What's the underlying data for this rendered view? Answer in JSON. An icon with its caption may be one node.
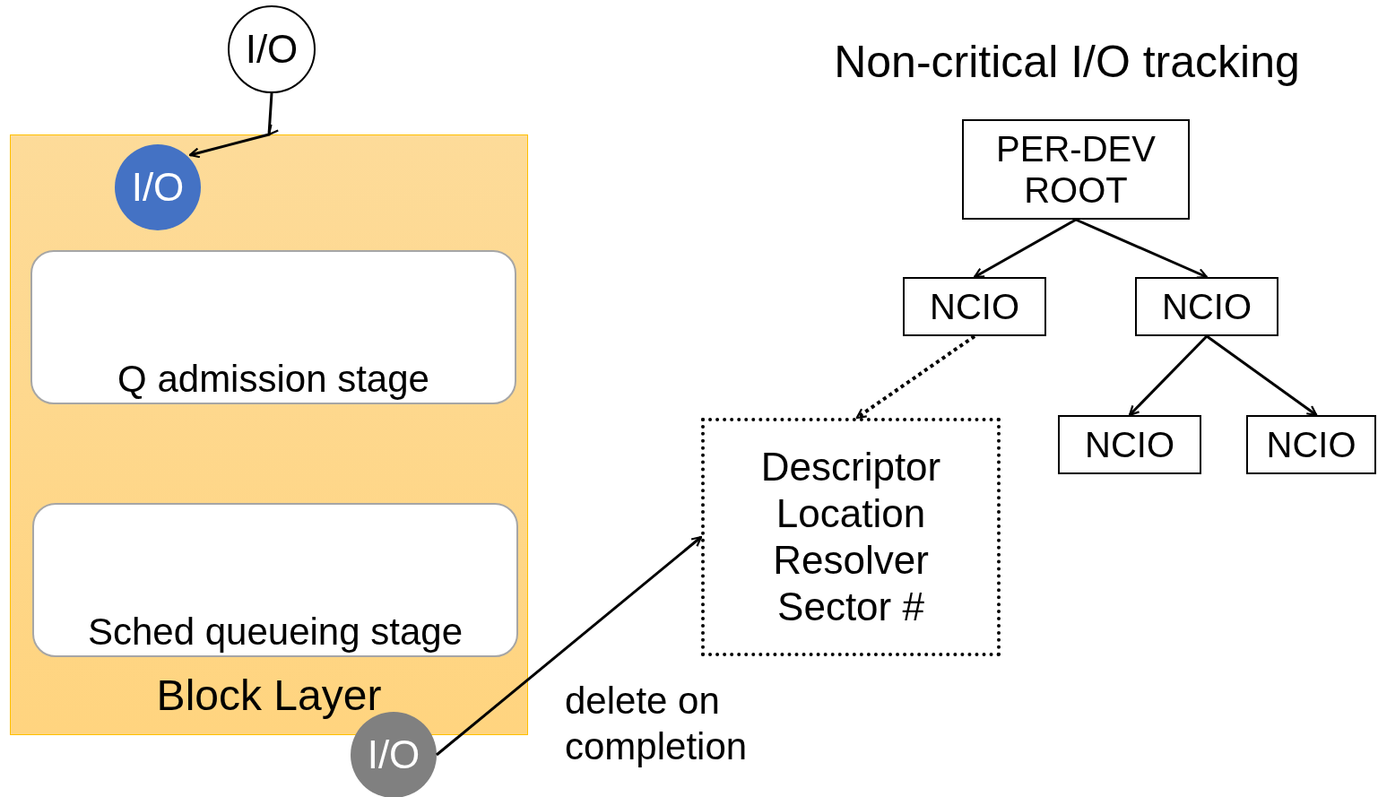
{
  "diagram": {
    "title": "Non-critical I/O tracking",
    "nodes": [
      {
        "text": [
          "I/O"
        ]
      },
      {
        "text": [
          "Block Layer"
        ]
      },
      {
        "text": [
          "I/O"
        ],
        "in": 1
      },
      {
        "text": [
          "Q admission stage"
        ],
        "in": 1
      },
      {
        "text": [
          "Sched queueing stage"
        ],
        "in": 1
      },
      {
        "text": [
          "I/O"
        ]
      },
      {
        "text": [
          "PER-DEV ROOT"
        ]
      },
      {
        "text": [
          "NCIO"
        ]
      },
      {
        "text": [
          "NCIO"
        ]
      },
      {
        "text": [
          "NCIO"
        ]
      },
      {
        "text": [
          "NCIO"
        ]
      },
      {
        "text": [
          "Descriptor Location Resolver Sector #"
        ]
      }
    ],
    "edges": [
      {
        "from": 0,
        "to": 2,
        "arrow": "to"
      },
      {
        "from": 6,
        "to": 7,
        "arrow": "to"
      },
      {
        "from": 6,
        "to": 8,
        "arrow": "to"
      },
      {
        "from": 8,
        "to": 9,
        "arrow": "to"
      },
      {
        "from": 8,
        "to": 10,
        "arrow": "to"
      },
      {
        "from": 7,
        "to": 11,
        "arrow": "to",
        "style": "dashed"
      },
      {
        "from": 5,
        "to": 11,
        "arrow": "to",
        "label": "delete on completion"
      }
    ]
  }
}
